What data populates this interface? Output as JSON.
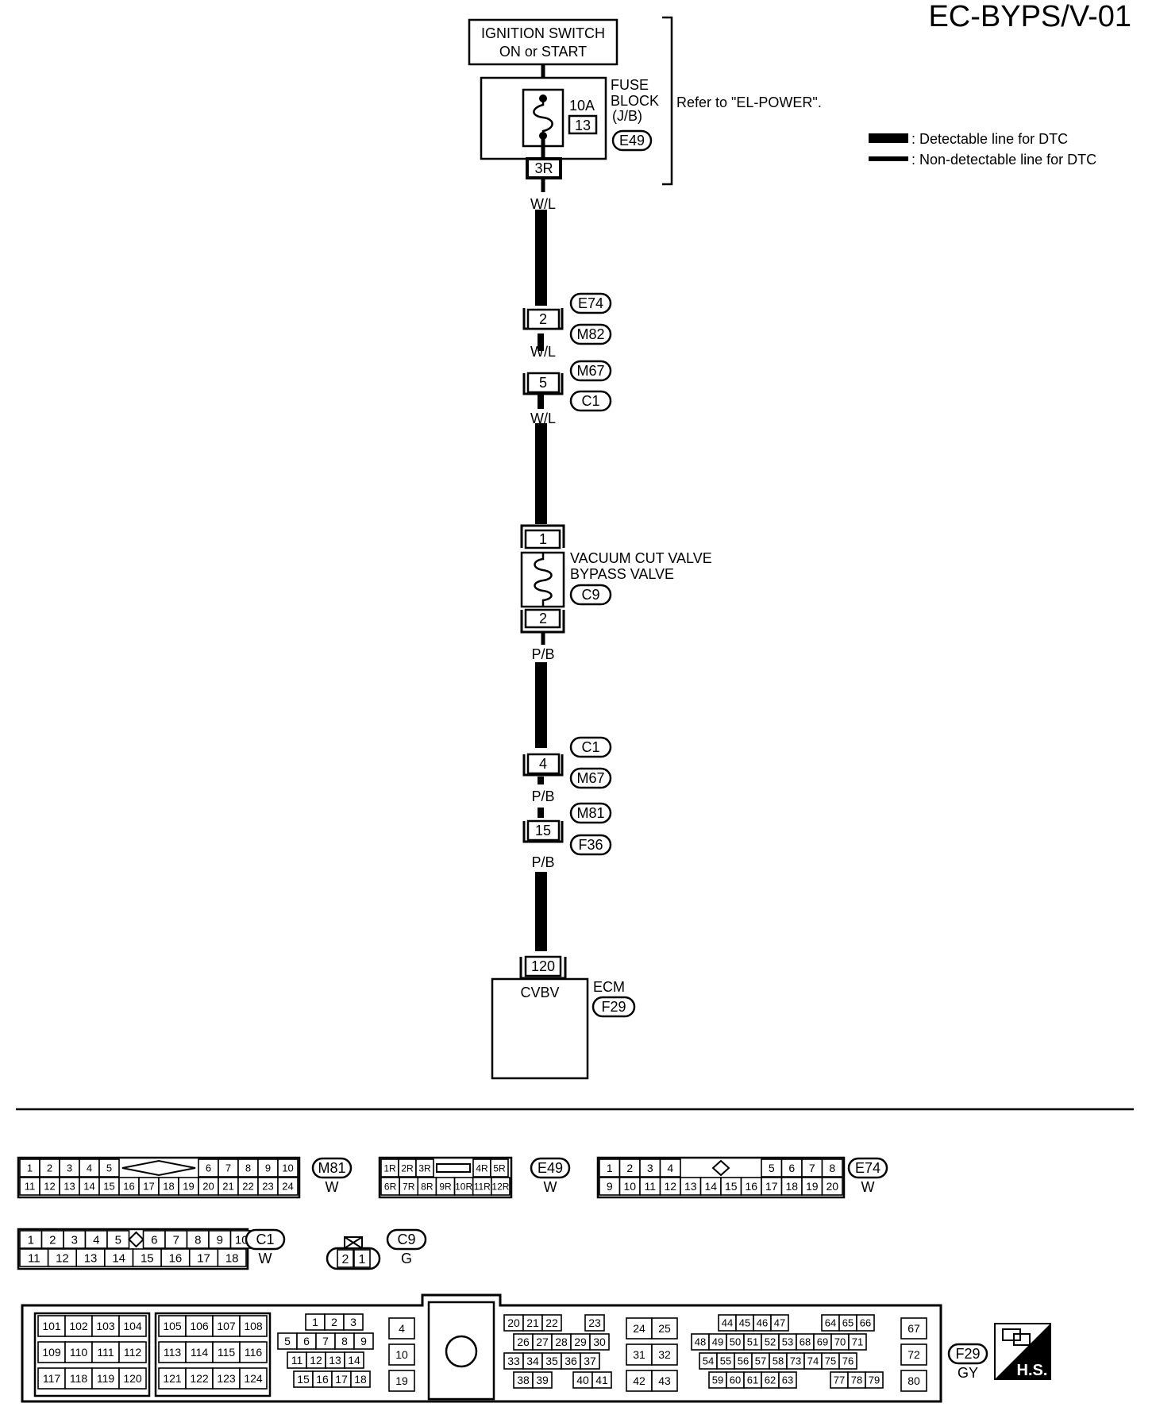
{
  "page_title": "EC-BYPS/V-01",
  "legend": {
    "detectable": ": Detectable line for DTC",
    "non_detectable": ": Non-detectable line for DTC"
  },
  "circuit": {
    "ignition_line1": "IGNITION SWITCH",
    "ignition_line2": "ON or START",
    "fuse_rating": "10A",
    "fuse_number": "13",
    "fuse_block_line1": "FUSE",
    "fuse_block_line2": "BLOCK",
    "fuse_block_line3": "(J/B)",
    "fuse_block_connector": "E49",
    "fuse_block_terminal": "3R",
    "refer_text": "Refer to \"EL-POWER\".",
    "wire_colors": [
      "W/L",
      "W/L",
      "W/L",
      "P/B",
      "P/B",
      "P/B"
    ],
    "joint1": {
      "terminal": "2",
      "upper": "E74",
      "lower": "M82"
    },
    "joint2": {
      "terminal": "5",
      "upper": "M67",
      "lower": "C1"
    },
    "valve": {
      "terminal_top": "1",
      "terminal_bottom": "2",
      "name_line1": "VACUUM CUT VALVE",
      "name_line2": "BYPASS VALVE",
      "connector": "C9"
    },
    "joint3": {
      "terminal": "4",
      "upper": "C1",
      "lower": "M67"
    },
    "joint4": {
      "terminal": "15",
      "upper": "M81",
      "lower": "F36"
    },
    "ecm": {
      "terminal": "120",
      "signal": "CVBV",
      "name": "ECM",
      "connector": "F29"
    }
  },
  "connectors": {
    "m81": {
      "id": "M81",
      "color": "W",
      "row1a": [
        "1",
        "2",
        "3",
        "4",
        "5"
      ],
      "row1b": [
        "6",
        "7",
        "8",
        "9",
        "10"
      ],
      "row2": [
        "11",
        "12",
        "13",
        "14",
        "15",
        "16",
        "17",
        "18",
        "19",
        "20",
        "21",
        "22",
        "23",
        "24"
      ]
    },
    "e49": {
      "id": "E49",
      "color": "W",
      "row1a": [
        "1R",
        "2R",
        "3R"
      ],
      "row1b": [
        "4R",
        "5R"
      ],
      "row2": [
        "6R",
        "7R",
        "8R",
        "9R",
        "10R",
        "11R",
        "12R"
      ]
    },
    "e74": {
      "id": "E74",
      "color": "W",
      "row1a": [
        "1",
        "2",
        "3",
        "4"
      ],
      "row1b": [
        "5",
        "6",
        "7",
        "8"
      ],
      "row2": [
        "9",
        "10",
        "11",
        "12",
        "13",
        "14",
        "15",
        "16",
        "17",
        "18",
        "19",
        "20"
      ]
    },
    "c1": {
      "id": "C1",
      "color": "W",
      "row1a": [
        "1",
        "2",
        "3",
        "4",
        "5"
      ],
      "row1b": [
        "6",
        "7",
        "8",
        "9",
        "10"
      ],
      "row2": [
        "11",
        "12",
        "13",
        "14",
        "15",
        "16",
        "17",
        "18"
      ]
    },
    "c9": {
      "id": "C9",
      "color": "G",
      "pins": [
        "2",
        "1"
      ]
    },
    "f29": {
      "id": "F29",
      "color": "GY",
      "hs_label": "H.S.",
      "g1": [
        [
          "101",
          "102",
          "103",
          "104"
        ],
        [
          "109",
          "110",
          "111",
          "112"
        ],
        [
          "117",
          "118",
          "119",
          "120"
        ]
      ],
      "g2": [
        [
          "105",
          "106",
          "107",
          "108"
        ],
        [
          "113",
          "114",
          "115",
          "116"
        ],
        [
          "121",
          "122",
          "123",
          "124"
        ]
      ],
      "g3": [
        [
          "1",
          "2",
          "3"
        ],
        [
          "5",
          "6",
          "7",
          "8",
          "9"
        ],
        [
          "11",
          "12",
          "13",
          "14"
        ],
        [
          "15",
          "16",
          "17",
          "18"
        ]
      ],
      "g4": [
        "4",
        "10",
        "19"
      ],
      "g5": [
        [
          "20",
          "21",
          "22",
          "23"
        ],
        [
          "26",
          "27",
          "28",
          "29",
          "30"
        ],
        [
          "33",
          "34",
          "35",
          "36",
          "37"
        ],
        [
          "38",
          "39",
          "40",
          "41"
        ]
      ],
      "g6": [
        [
          "24",
          "25"
        ],
        [
          "31",
          "32"
        ],
        [
          "42",
          "43"
        ]
      ],
      "g7": [
        [
          "44",
          "45",
          "46",
          "47",
          "64",
          "65",
          "66"
        ],
        [
          "48",
          "49",
          "50",
          "51",
          "52",
          "53",
          "68",
          "69",
          "70",
          "71"
        ],
        [
          "54",
          "55",
          "56",
          "57",
          "58",
          "73",
          "74",
          "75",
          "76"
        ],
        [
          "59",
          "60",
          "61",
          "62",
          "63",
          "77",
          "78",
          "79"
        ]
      ],
      "g8": [
        "67",
        "72",
        "80"
      ]
    }
  }
}
